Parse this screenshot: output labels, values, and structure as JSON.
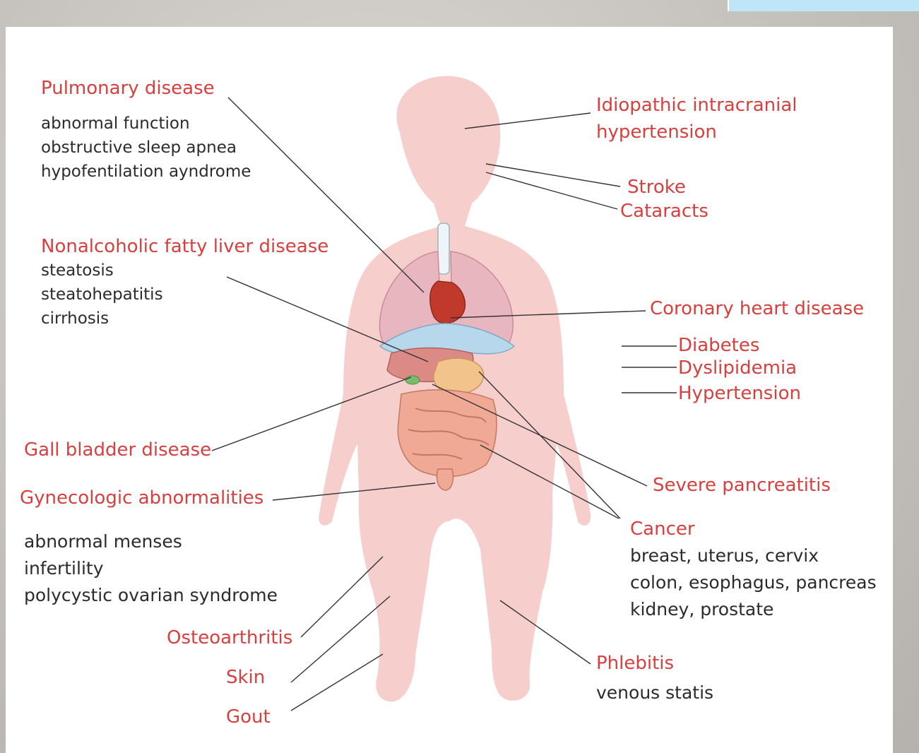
{
  "labels": {
    "pulmonary": {
      "title": "Pulmonary disease",
      "items": [
        "abnormal function",
        "obstructive sleep apnea",
        "hypofentilation ayndrome"
      ]
    },
    "nafld": {
      "title": "Nonalcoholic fatty liver disease",
      "items": [
        "steatosis",
        "steatohepatitis",
        "cirrhosis"
      ]
    },
    "gallbladder": {
      "title": "Gall bladder disease"
    },
    "gynecologic": {
      "title": "Gynecologic abnormalities",
      "items": [
        "abnormal menses",
        "infertility",
        "polycystic ovarian syndrome"
      ]
    },
    "osteoarthritis": {
      "title": "Osteoarthritis"
    },
    "skin": {
      "title": "Skin"
    },
    "gout": {
      "title": "Gout"
    },
    "iih": {
      "title_line1": "Idiopathic intracranial",
      "title_line2": "hypertension"
    },
    "stroke": {
      "title": "Stroke"
    },
    "cataracts": {
      "title": "Cataracts"
    },
    "chd": {
      "title": "Coronary heart disease"
    },
    "diabetes": {
      "title": "Diabetes"
    },
    "dyslipidemia": {
      "title": "Dyslipidemia"
    },
    "hypertension": {
      "title": "Hypertension"
    },
    "pancreatitis": {
      "title": "Severe pancreatitis"
    },
    "cancer": {
      "title": "Cancer",
      "items": [
        "breast, uterus, cervix",
        "colon, esophagus, pancreas",
        "kidney, prostate"
      ]
    },
    "phlebitis": {
      "title": "Phlebitis",
      "items": [
        "venous statis"
      ]
    }
  },
  "colors": {
    "label_red": "#d6403f",
    "text_dark": "#2b2b2b",
    "body_fill": "#f6cfcd",
    "lung_fill": "#e8b6bf",
    "diaphragm_fill": "#b7d8ec",
    "liver_fill": "#dc8a86",
    "heart_fill": "#c0392b",
    "intestine_fill": "#f0a994",
    "leader_line": "#333333"
  }
}
